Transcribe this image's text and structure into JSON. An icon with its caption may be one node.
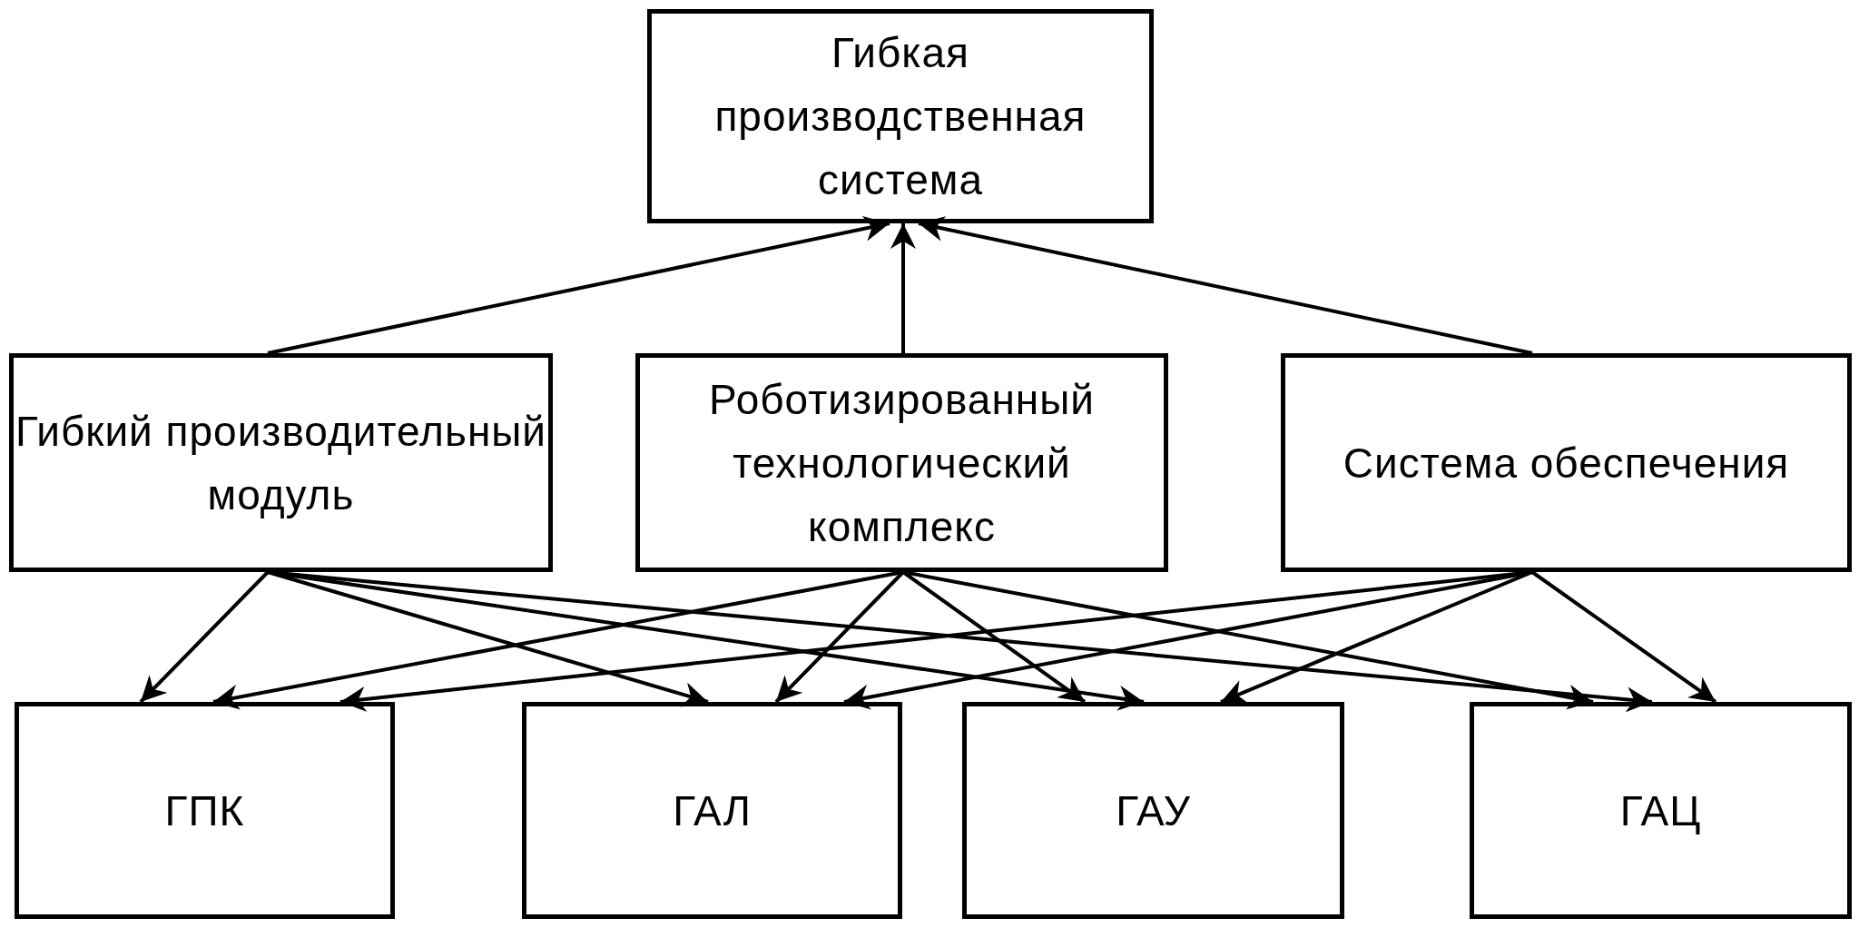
{
  "diagram": {
    "nodes": [
      {
        "text": [
          "Гибкая производственная система"
        ]
      },
      {
        "text": [
          "Гибкий производительный модуль"
        ]
      },
      {
        "text": [
          "Роботизированный технологический комплекс"
        ]
      },
      {
        "text": [
          "Система обеспечения"
        ]
      },
      {
        "text": [
          "ГПК"
        ]
      },
      {
        "text": [
          "ГАЛ"
        ]
      },
      {
        "text": [
          "ГАУ"
        ]
      },
      {
        "text": [
          "ГАЦ"
        ]
      }
    ],
    "edges": [
      {
        "from": 1,
        "to": 0,
        "arrow": "to"
      },
      {
        "from": 2,
        "to": 0,
        "arrow": "to"
      },
      {
        "from": 3,
        "to": 0,
        "arrow": "to"
      },
      {
        "from": 1,
        "to": 4,
        "arrow": "to"
      },
      {
        "from": 1,
        "to": 5,
        "arrow": "to"
      },
      {
        "from": 1,
        "to": 6,
        "arrow": "to"
      },
      {
        "from": 1,
        "to": 7,
        "arrow": "to"
      },
      {
        "from": 2,
        "to": 4,
        "arrow": "to"
      },
      {
        "from": 2,
        "to": 5,
        "arrow": "to"
      },
      {
        "from": 2,
        "to": 6,
        "arrow": "to"
      },
      {
        "from": 2,
        "to": 7,
        "arrow": "to"
      },
      {
        "from": 3,
        "to": 4,
        "arrow": "to"
      },
      {
        "from": 3,
        "to": 5,
        "arrow": "to"
      },
      {
        "from": 3,
        "to": 6,
        "arrow": "to"
      },
      {
        "from": 3,
        "to": 7,
        "arrow": "to"
      }
    ]
  }
}
